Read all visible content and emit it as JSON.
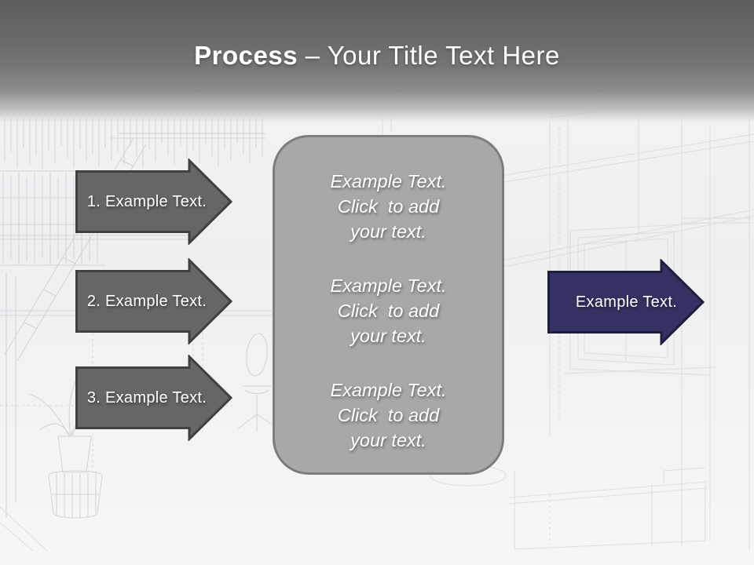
{
  "title": {
    "keyword": "Process",
    "rest": " – Your Title Text Here"
  },
  "steps": [
    {
      "label": "1. Example Text."
    },
    {
      "label": "2. Example Text."
    },
    {
      "label": "3. Example Text."
    }
  ],
  "center_box": {
    "blocks": [
      "Example Text.\nClick  to add\nyour text.",
      "Example Text.\nClick  to add\nyour text.",
      "Example Text.\nClick  to add\nyour text."
    ]
  },
  "result_arrow": {
    "label": "Example Text."
  },
  "colors": {
    "header_top": "#5e5e5e",
    "step_arrow_fill": "#666666",
    "step_arrow_border": "#404040",
    "result_arrow_fill": "#333263",
    "result_arrow_border": "#1e1d3e",
    "box_fill": "#a8a8a8",
    "box_border": "#7d7d7d",
    "text_white": "#ffffff"
  }
}
